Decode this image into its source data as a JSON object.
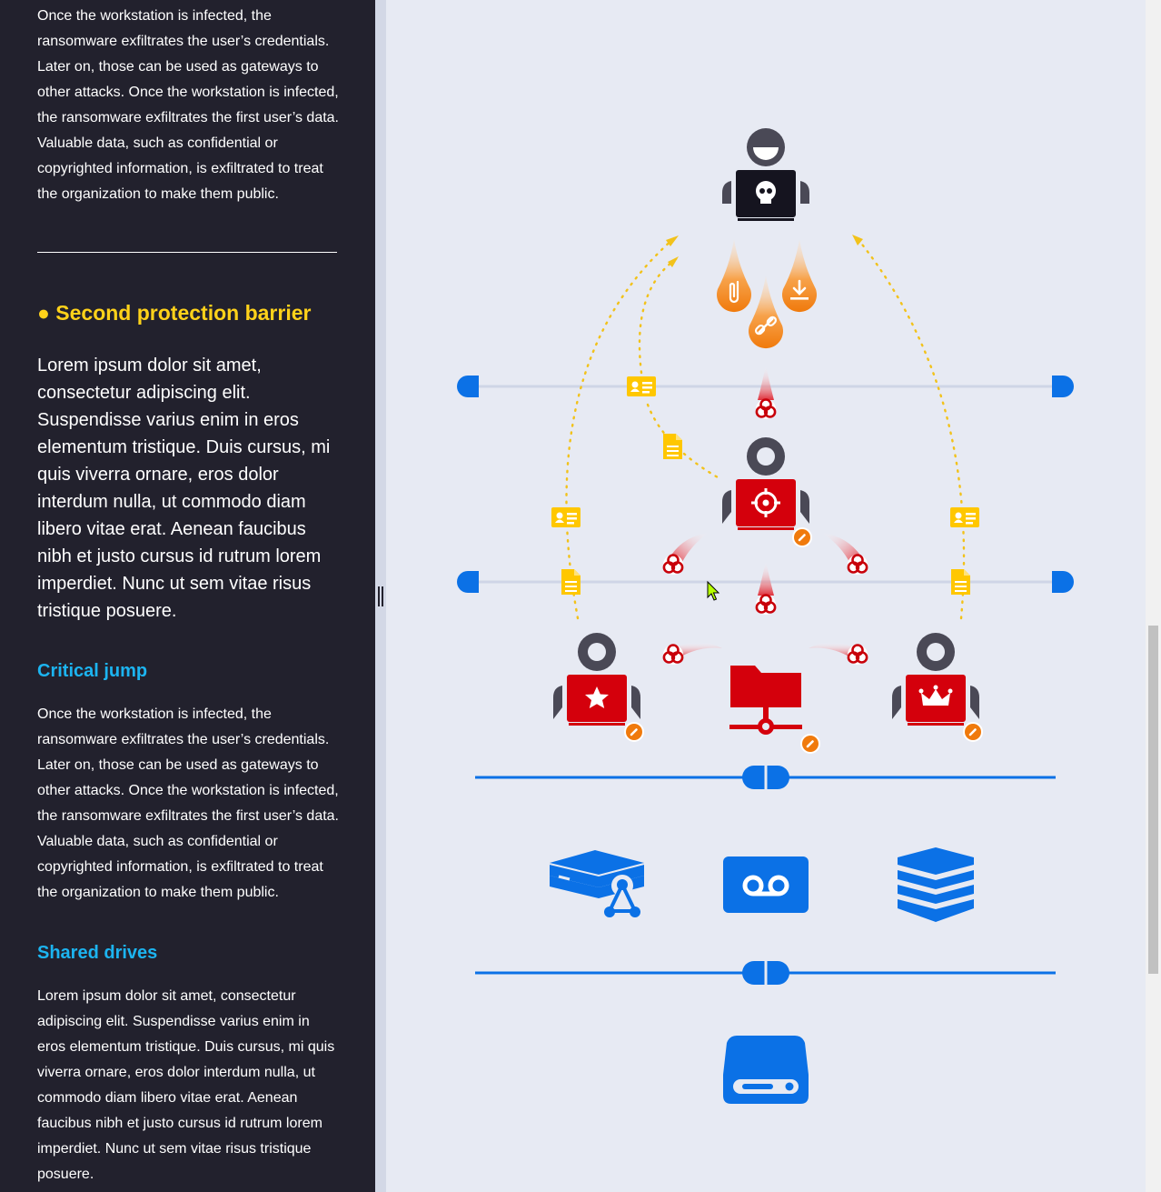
{
  "sidebar": {
    "intro_paragraph": "Once the workstation is infected, the ransomware exfiltrates the user’s credentials. Later on, those can be used as gateways to other attacks. Once the workstation is infected, the ransomware exfiltrates the first user’s data. Valuable data, such as confidential or copyrighted information, is exfiltrated to treat the organization to make them public.",
    "barrier_title": "● Second protection barrier",
    "barrier_paragraph": "Lorem ipsum dolor sit amet, consectetur adipiscing elit. Suspendisse varius enim in eros elementum tristique. Duis cursus, mi quis viverra ornare, eros dolor interdum nulla, ut commodo diam libero vitae erat. Aenean faucibus nibh et justo cursus id rutrum lorem imperdiet. Nunc ut sem vitae risus tristique posuere.",
    "critical_jump_heading": "Critical jump",
    "critical_jump_paragraph": "Once the workstation is infected, the ransomware exfiltrates the user’s credentials. Later on, those can be used as gateways to other attacks. Once the workstation is infected, the ransomware exfiltrates the first user’s data. Valuable data, such as confidential or copyrighted information, is exfiltrated to treat the organization to make them public.",
    "shared_drives_heading": "Shared drives",
    "shared_drives_paragraph": "Lorem ipsum dolor sit amet, consectetur adipiscing elit. Suspendisse varius enim in eros elementum tristique. Duis cursus, mi quis viverra ornare, eros dolor interdum nulla, ut commodo diam libero vitae erat. Aenean faucibus nibh et justo cursus id rutrum lorem imperdiet. Nunc ut sem vitae risus tristique posuere."
  },
  "diagram": {
    "icons": [
      "attacker-icon",
      "paperclip-drop-icon",
      "download-drop-icon",
      "link-drop-icon",
      "biohazard-icon",
      "id-card-icon",
      "document-icon",
      "infected-workstation-icon",
      "user-star-icon",
      "user-crown-icon",
      "network-folder-icon",
      "network-drive-icon",
      "tape-backup-icon",
      "stack-storage-icon",
      "hard-drive-icon"
    ],
    "colors": {
      "sidebar_bg": "#22212d",
      "diagram_bg": "#e7eaf3",
      "accent_blue": "#0b71e6",
      "warning_yellow": "#ffc700",
      "danger_red": "#d4000c",
      "drop_orange": "#f07a0c",
      "title_yellow": "#ffd21a",
      "heading_cyan": "#1cb4f0",
      "person_gray": "#4a4956"
    }
  }
}
